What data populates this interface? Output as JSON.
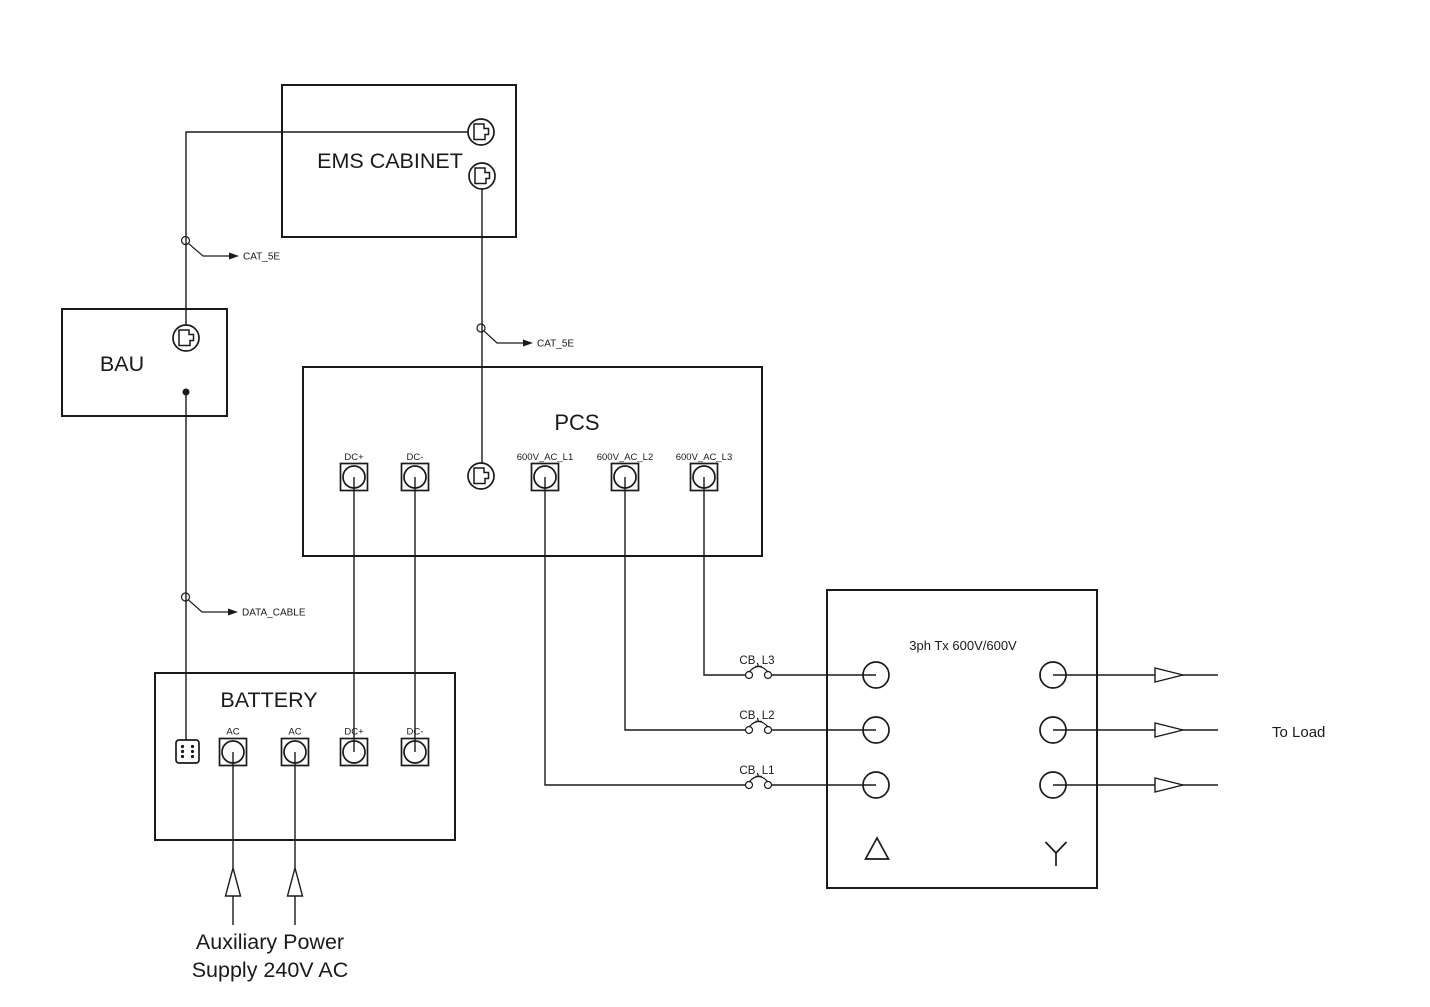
{
  "colors": {
    "ink": "#1a1a1a",
    "breaker_label": "#0b77d9",
    "background": "#ffffff"
  },
  "blocks": {
    "ems_cabinet": {
      "label": "EMS CABINET"
    },
    "bau": {
      "label": "BAU"
    },
    "pcs": {
      "label": "PCS",
      "terminals": {
        "dc_plus": "DC+",
        "dc_minus": "DC-",
        "ac_l1": "600V_AC_L1",
        "ac_l2": "600V_AC_L2",
        "ac_l3": "600V_AC_L3"
      }
    },
    "battery": {
      "label": "BATTERY",
      "terminals": {
        "ac1": "AC",
        "ac2": "AC",
        "dc_plus": "DC+",
        "dc_minus": "DC-"
      }
    },
    "transformer": {
      "label": "3ph Tx 600V/600V"
    }
  },
  "cables": {
    "cat5e_ems_bau": "CAT_5E",
    "cat5e_ems_pcs": "CAT_5E",
    "data_cable": "DATA_CABLE"
  },
  "breakers": {
    "cb_l3": "CB_L3",
    "cb_l2": "CB_L2",
    "cb_l1": "CB_L1"
  },
  "annotations": {
    "to_load": "To Load",
    "aux_power_line1": "Auxiliary Power",
    "aux_power_line2": "Supply 240V AC"
  }
}
